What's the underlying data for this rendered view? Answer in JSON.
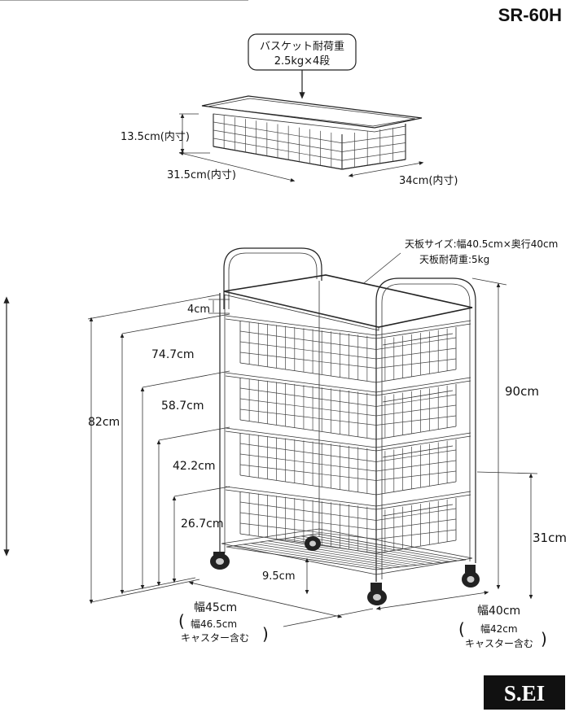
{
  "model_code": "SR-60H",
  "basket": {
    "load_line1": "バスケット耐荷重",
    "load_line2": "2.5kg×4段",
    "height_inner": "13.5cm(内寸)",
    "width_inner": "31.5cm(内寸)",
    "depth_inner": "34cm(内寸)"
  },
  "top_board": {
    "size": "天板サイズ:幅40.5cm×奥行40cm",
    "load": "天板耐荷重:5kg"
  },
  "dimensions": {
    "top_gap": "4cm",
    "h_747": "74.7cm",
    "h_82": "82cm",
    "h_587": "58.7cm",
    "h_422": "42.2cm",
    "h_267": "26.7cm",
    "bottom_gap": "9.5cm",
    "total_height": "90cm",
    "handle_height": "31cm",
    "width": "幅45cm",
    "width_caster_1": "幅46.5cm",
    "width_caster_2": "キャスター含む",
    "depth": "幅40cm",
    "depth_caster_1": "幅42cm",
    "depth_caster_2": "キャスター含む"
  },
  "brand_logo": "S.EI"
}
